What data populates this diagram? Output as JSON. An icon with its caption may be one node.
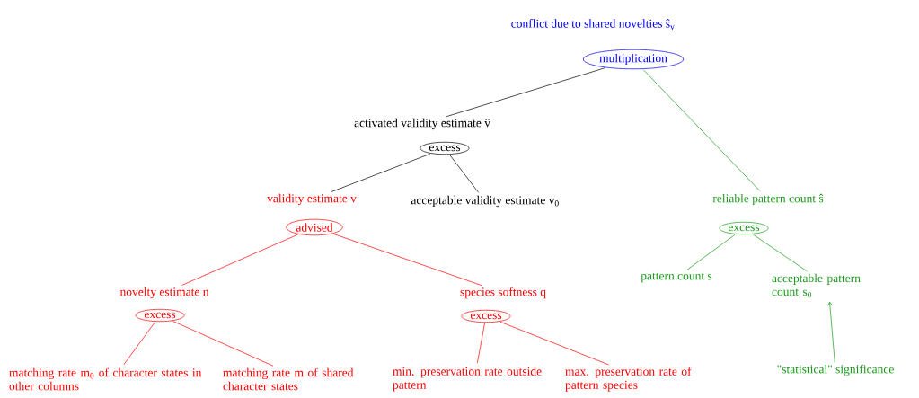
{
  "diagram": {
    "nodes": [
      {
        "text": [
          "conflict due to shared novelties ŝ$_{v}$",
          "multiplication"
        ]
      },
      {
        "text": [
          "activated validity estimate v̂",
          "excess"
        ]
      },
      {
        "text": [
          "validity estimate v",
          "advised"
        ]
      },
      {
        "text": [
          "acceptable validity estimate v$_{0}$"
        ]
      },
      {
        "text": [
          "reliable pattern count ŝ",
          "excess"
        ]
      },
      {
        "text": [
          "novelty estimate n",
          "excess"
        ]
      },
      {
        "text": [
          "species softness q",
          "excess"
        ]
      },
      {
        "text": [
          "matching rate m$_{0}$ of character states in other columns"
        ]
      },
      {
        "text": [
          "matching rate m of shared character states"
        ]
      },
      {
        "text": [
          "min. preservation rate outside pattern"
        ]
      },
      {
        "text": [
          "max. preservation rate of pattern species"
        ]
      },
      {
        "text": [
          "pattern count s"
        ]
      },
      {
        "text": [
          "acceptable pattern count s$_{0}$"
        ]
      },
      {
        "text": [
          "\"statistical\" significance"
        ]
      }
    ],
    "edges": [
      {
        "from": 0,
        "to": 1,
        "arrow": "none",
        "color": "#000000"
      },
      {
        "from": 0,
        "to": 4,
        "arrow": "none",
        "color": "#1a9a1a"
      },
      {
        "from": 1,
        "to": 2,
        "arrow": "none",
        "color": "#000000"
      },
      {
        "from": 1,
        "to": 3,
        "arrow": "none",
        "color": "#000000"
      },
      {
        "from": 2,
        "to": 5,
        "arrow": "none"
      },
      {
        "from": 2,
        "to": 6,
        "arrow": "none"
      },
      {
        "from": 5,
        "to": 7,
        "arrow": "none"
      },
      {
        "from": 5,
        "to": 8,
        "arrow": "none"
      },
      {
        "from": 6,
        "to": 9,
        "arrow": "none"
      },
      {
        "from": 6,
        "to": 10,
        "arrow": "none"
      },
      {
        "from": 4,
        "to": 11,
        "arrow": "none",
        "color": "#1a9a1a"
      },
      {
        "from": 4,
        "to": 12,
        "arrow": "none",
        "color": "#1a9a1a"
      },
      {
        "from": 13,
        "to": 12,
        "arrow": "to",
        "color": "#1a9a1a"
      }
    ]
  }
}
